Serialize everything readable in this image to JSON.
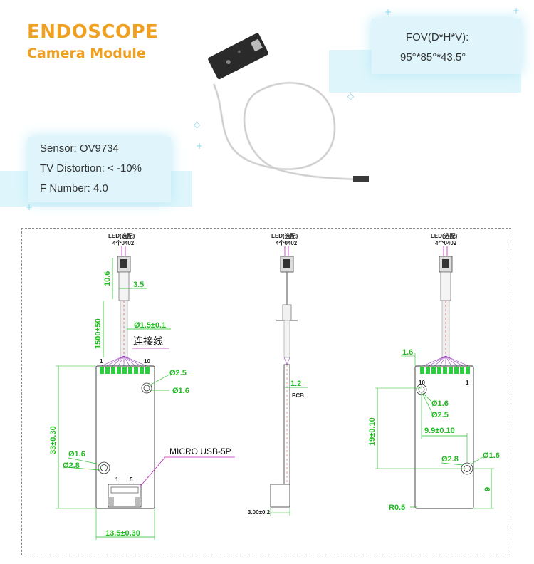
{
  "header": {
    "title": "ENDOSCOPE",
    "subtitle": "Camera Module"
  },
  "fov_panel": {
    "line1": "FOV(D*H*V):",
    "line2": "95°*85°*43.5°"
  },
  "specs_panel": {
    "sensor": "Sensor: OV9734",
    "distortion": "TV Distortion: < -10%",
    "fnumber": "F Number: 4.0"
  },
  "drawing": {
    "led_label": "LED(选配)",
    "led_count": "4个0402",
    "front": {
      "dim_10_6": "10.6",
      "dim_3_5": "3.5",
      "dim_1500": "1500±50",
      "dim_cable": "Ø1.5±0.1",
      "cable_label": "连接线",
      "pin_1": "1",
      "pin_10": "10",
      "dim_hole_outer": "Ø2.5",
      "dim_hole_inner": "Ø1.6",
      "dim_33": "33±0.30",
      "dim_low_inner": "Ø1.6",
      "dim_low_outer": "Ø2.8",
      "usb_label": "MICRO USB-5P",
      "usb_pin_1": "1",
      "usb_pin_5": "5",
      "dim_width": "13.5±0.30"
    },
    "side": {
      "dim_thickness": "1.2",
      "pcb_label": "PCB",
      "dim_bottom": "3.00±0.2"
    },
    "back": {
      "dim_1_6_top": "1.6",
      "pin_10": "10",
      "pin_1": "1",
      "dim_hole_inner": "Ø1.6",
      "dim_hole_outer": "Ø2.5",
      "dim_19": "19±0.10",
      "dim_9_9": "9.9±0.10",
      "dim_low_outer": "Ø2.8",
      "dim_low_inner": "Ø1.6",
      "dim_9": "9",
      "dim_radius": "R0.5"
    }
  },
  "colors": {
    "title_orange": "#f0a020",
    "dimension_green": "#22bb22",
    "panel_bg": "#dff5fb",
    "pad_green": "#2ecc40"
  }
}
